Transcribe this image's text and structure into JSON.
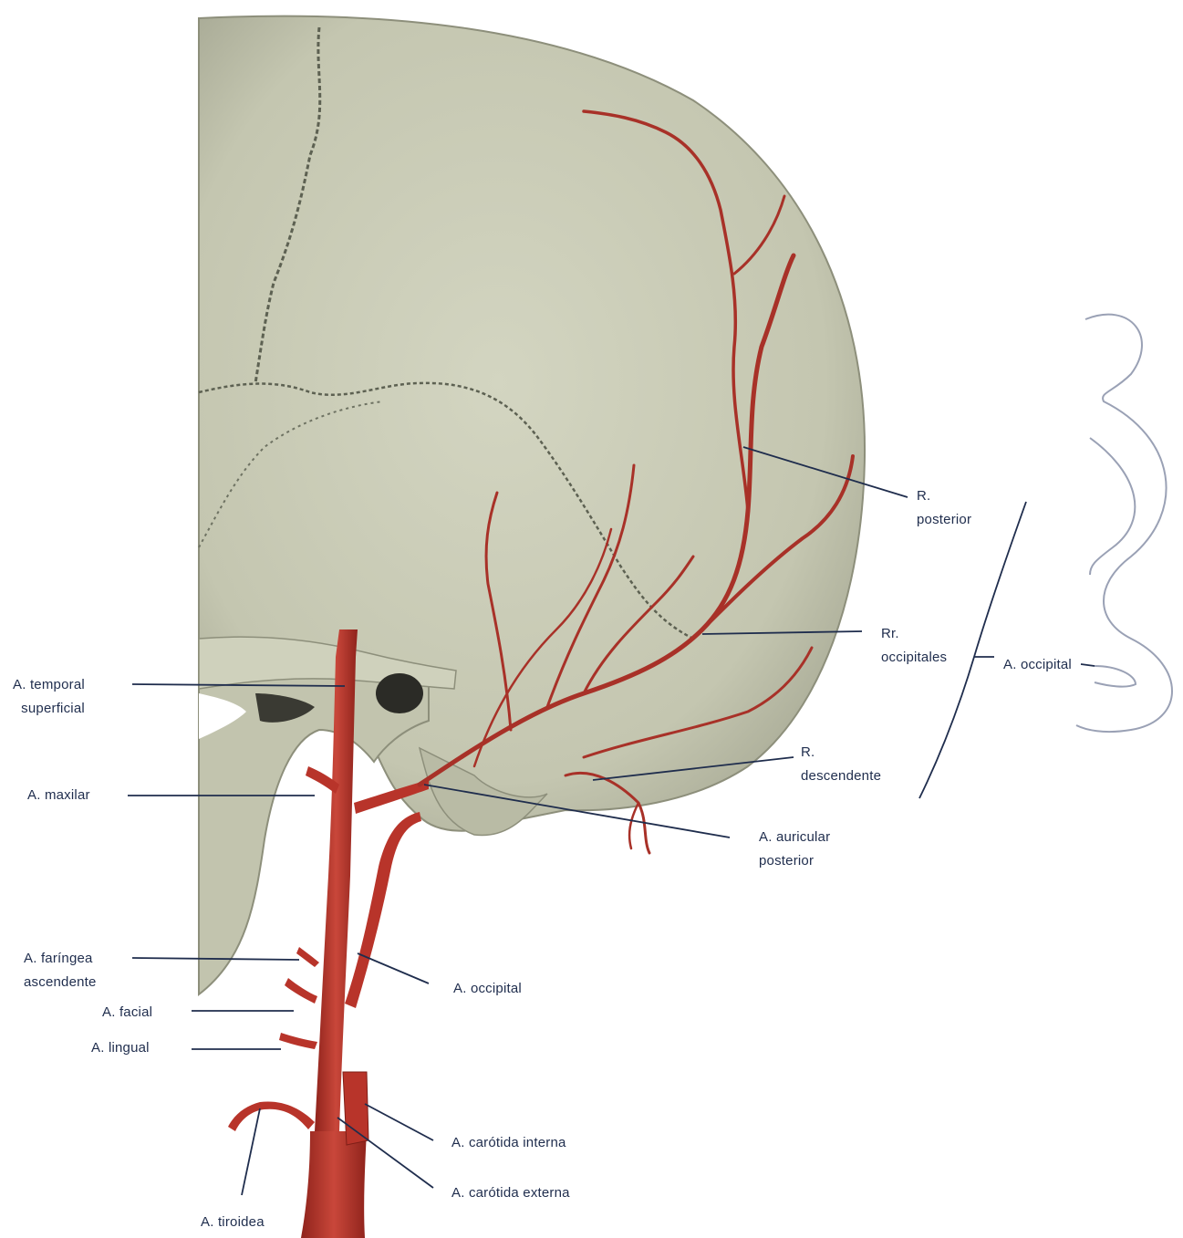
{
  "colors": {
    "background": "#ffffff",
    "bone": "#c9cbb6",
    "bone_shadow": "#9ea08c",
    "artery": "#b8342a",
    "artery_dark": "#7e1e17",
    "leader": "#1f2d4d",
    "suture": "#5d6152"
  },
  "labels": {
    "temporal_superficial": [
      "A. temporal",
      "superficial"
    ],
    "maxilar": [
      "A. maxilar"
    ],
    "faringea": [
      "A. faríngea",
      "ascendente"
    ],
    "facial": [
      "A. facial"
    ],
    "lingual": [
      "A. lingual"
    ],
    "tiroidea": [
      "A. tiroidea"
    ],
    "carotida_interna": [
      "A. carótida interna"
    ],
    "carotida_externa": [
      "A. carótida externa"
    ],
    "occipital_lower": [
      "A. occipital"
    ],
    "auricular_posterior": [
      "A. auricular",
      "posterior"
    ],
    "r_descendente": [
      "R.",
      "descendente"
    ],
    "r_occipitales": [
      "Rr.",
      "occipitales"
    ],
    "r_posterior": [
      "R.",
      "posterior"
    ],
    "occipital_group": [
      "A. occipital"
    ]
  }
}
